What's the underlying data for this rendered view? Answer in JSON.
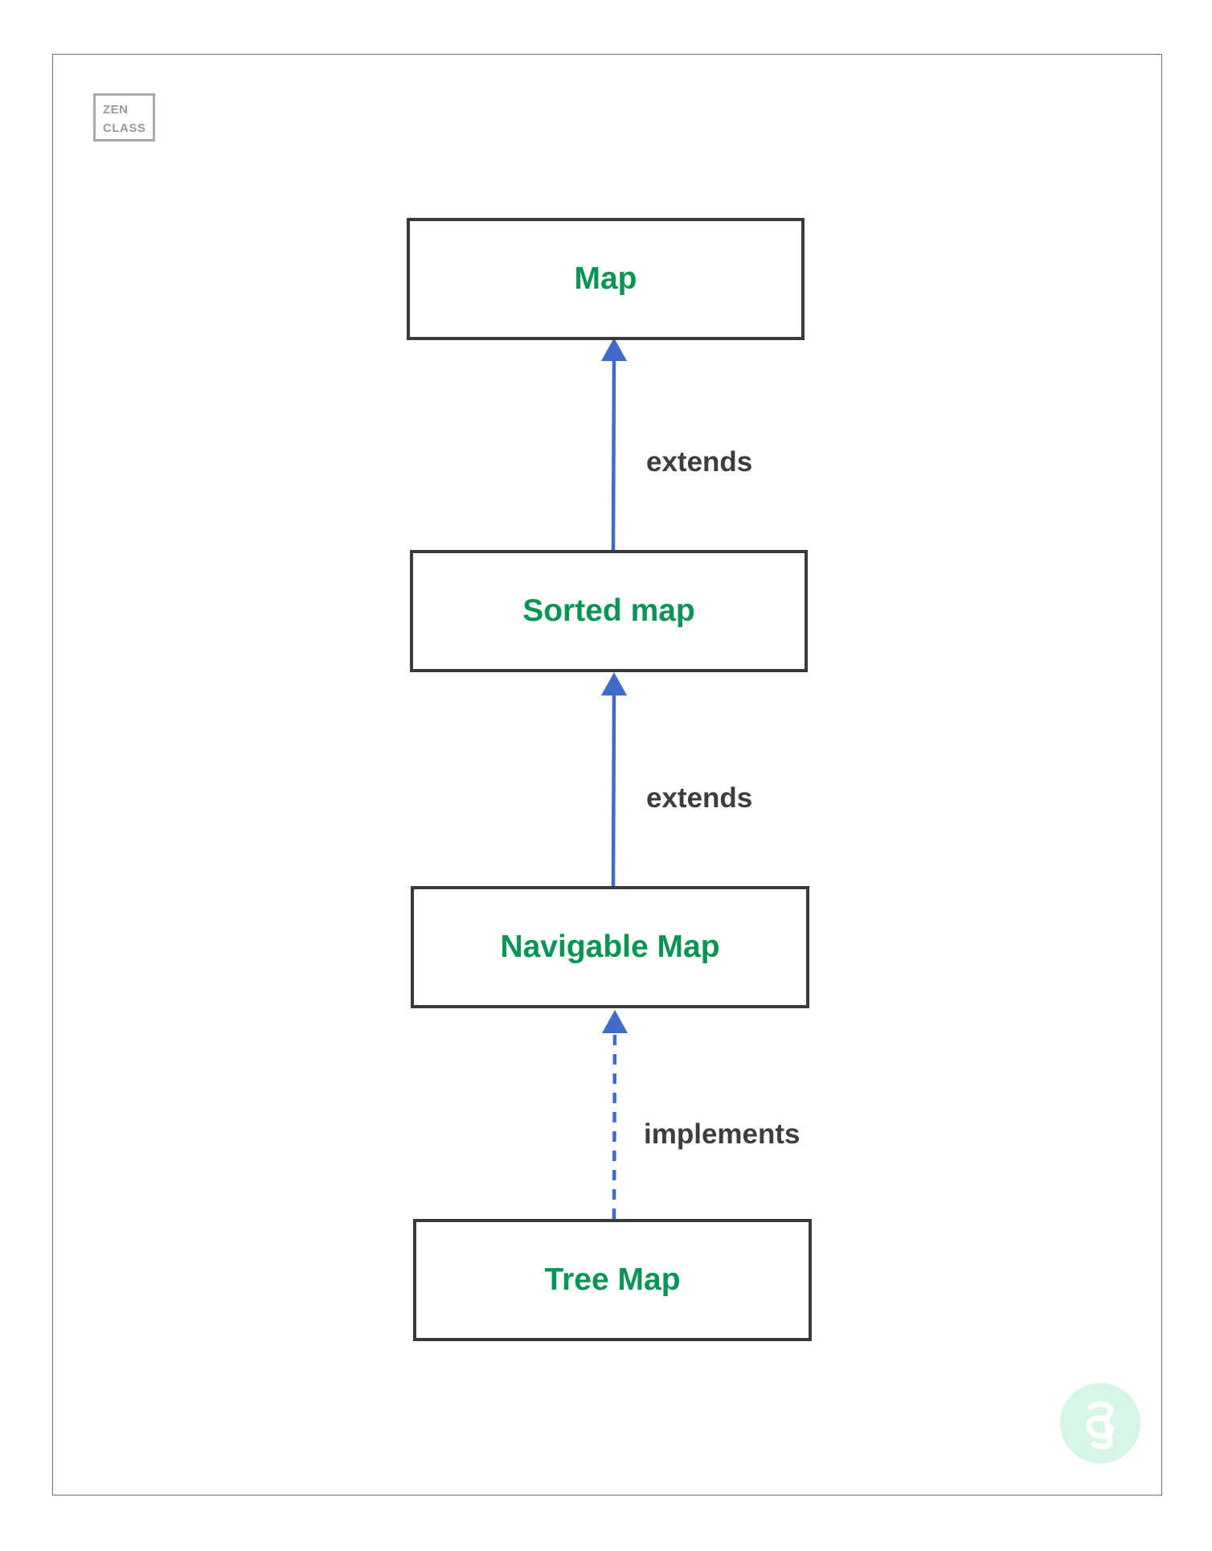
{
  "logo": {
    "line1": "ZEN",
    "line2": "CLASS"
  },
  "nodes": {
    "map": "Map",
    "sorted_map": "Sorted map",
    "navigable_map": "Navigable Map",
    "tree_map": "Tree Map"
  },
  "relations": {
    "sorted_to_map": "extends",
    "navigable_to_sorted": "extends",
    "tree_to_navigable": "implements"
  },
  "colors": {
    "node_text": "#079455",
    "arrow": "#3f6bc9",
    "label_text": "#3d3d3d",
    "watermark": "#d6f5e4"
  },
  "watermark_icon": "gfg-logo-icon"
}
